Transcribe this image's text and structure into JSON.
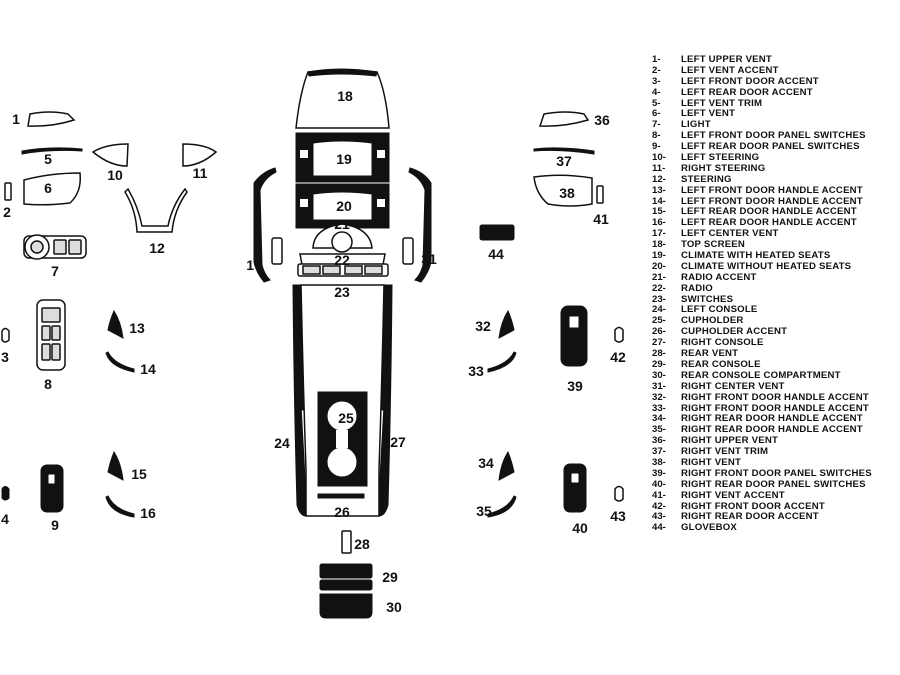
{
  "part_labels": [
    {
      "id": "1",
      "n": "1"
    },
    {
      "id": "2",
      "n": "2"
    },
    {
      "id": "3",
      "n": "3"
    },
    {
      "id": "4",
      "n": "4"
    },
    {
      "id": "5",
      "n": "5"
    },
    {
      "id": "6",
      "n": "6"
    },
    {
      "id": "7",
      "n": "7"
    },
    {
      "id": "8",
      "n": "8"
    },
    {
      "id": "9",
      "n": "9"
    },
    {
      "id": "10",
      "n": "10"
    },
    {
      "id": "11",
      "n": "11"
    },
    {
      "id": "12",
      "n": "12"
    },
    {
      "id": "13",
      "n": "13"
    },
    {
      "id": "14",
      "n": "14"
    },
    {
      "id": "15",
      "n": "15"
    },
    {
      "id": "16",
      "n": "16"
    },
    {
      "id": "17",
      "n": "17"
    },
    {
      "id": "18",
      "n": "18"
    },
    {
      "id": "19",
      "n": "19"
    },
    {
      "id": "20",
      "n": "20"
    },
    {
      "id": "21",
      "n": "21"
    },
    {
      "id": "22",
      "n": "22"
    },
    {
      "id": "23",
      "n": "23"
    },
    {
      "id": "24",
      "n": "24"
    },
    {
      "id": "25",
      "n": "25"
    },
    {
      "id": "26",
      "n": "26"
    },
    {
      "id": "27",
      "n": "27"
    },
    {
      "id": "28",
      "n": "28"
    },
    {
      "id": "29",
      "n": "29"
    },
    {
      "id": "30",
      "n": "30"
    },
    {
      "id": "31",
      "n": "31"
    },
    {
      "id": "32",
      "n": "32"
    },
    {
      "id": "33",
      "n": "33"
    },
    {
      "id": "34",
      "n": "34"
    },
    {
      "id": "35",
      "n": "35"
    },
    {
      "id": "36",
      "n": "36"
    },
    {
      "id": "37",
      "n": "37"
    },
    {
      "id": "38",
      "n": "38"
    },
    {
      "id": "39",
      "n": "39"
    },
    {
      "id": "40",
      "n": "40"
    },
    {
      "id": "41",
      "n": "41"
    },
    {
      "id": "42",
      "n": "42"
    },
    {
      "id": "43",
      "n": "43"
    },
    {
      "id": "44",
      "n": "44"
    }
  ],
  "legend": [
    {
      "num": "1-",
      "label": "LEFT UPPER VENT"
    },
    {
      "num": "2-",
      "label": "LEFT VENT ACCENT"
    },
    {
      "num": "3-",
      "label": "LEFT FRONT DOOR ACCENT"
    },
    {
      "num": "4-",
      "label": "LEFT REAR DOOR ACCENT"
    },
    {
      "num": "5-",
      "label": "LEFT VENT TRIM"
    },
    {
      "num": "6-",
      "label": "LEFT VENT"
    },
    {
      "num": "7-",
      "label": "LIGHT"
    },
    {
      "num": "8-",
      "label": "LEFT FRONT DOOR PANEL SWITCHES"
    },
    {
      "num": "9-",
      "label": "LEFT REAR DOOR PANEL SWITCHES"
    },
    {
      "num": "10-",
      "label": "LEFT STEERING"
    },
    {
      "num": "11-",
      "label": "RIGHT STEERING"
    },
    {
      "num": "12-",
      "label": "STEERING"
    },
    {
      "num": "13-",
      "label": "LEFT FRONT DOOR HANDLE ACCENT"
    },
    {
      "num": "14-",
      "label": "LEFT FRONT DOOR HANDLE ACCENT"
    },
    {
      "num": "15-",
      "label": "LEFT REAR DOOR HANDLE ACCENT"
    },
    {
      "num": "16-",
      "label": "LEFT REAR DOOR HANDLE ACCENT"
    },
    {
      "num": "17-",
      "label": "LEFT CENTER VENT"
    },
    {
      "num": "18-",
      "label": "TOP SCREEN"
    },
    {
      "num": "19-",
      "label": "CLIMATE WITH HEATED SEATS"
    },
    {
      "num": "20-",
      "label": "CLIMATE WITHOUT HEATED SEATS"
    },
    {
      "num": "21-",
      "label": "RADIO ACCENT"
    },
    {
      "num": "22-",
      "label": "RADIO"
    },
    {
      "num": "23-",
      "label": "SWITCHES"
    },
    {
      "num": "24-",
      "label": "LEFT CONSOLE"
    },
    {
      "num": "25-",
      "label": "CUPHOLDER"
    },
    {
      "num": "26-",
      "label": "CUPHOLDER ACCENT"
    },
    {
      "num": "27-",
      "label": "RIGHT CONSOLE"
    },
    {
      "num": "28-",
      "label": "REAR VENT"
    },
    {
      "num": "29-",
      "label": "REAR CONSOLE"
    },
    {
      "num": "30-",
      "label": "REAR CONSOLE COMPARTMENT"
    },
    {
      "num": "31-",
      "label": "RIGHT CENTER VENT"
    },
    {
      "num": "32-",
      "label": "RIGHT FRONT DOOR HANDLE ACCENT"
    },
    {
      "num": "33-",
      "label": "RIGHT FRONT DOOR HANDLE ACCENT"
    },
    {
      "num": "34-",
      "label": "RIGHT REAR DOOR HANDLE ACCENT"
    },
    {
      "num": "35-",
      "label": "RIGHT REAR DOOR HANDLE ACCENT"
    },
    {
      "num": "36-",
      "label": "RIGHT UPPER VENT"
    },
    {
      "num": "37-",
      "label": "RIGHT VENT TRIM"
    },
    {
      "num": "38-",
      "label": "RIGHT VENT"
    },
    {
      "num": "39-",
      "label": "RIGHT FRONT DOOR PANEL SWITCHES"
    },
    {
      "num": "40-",
      "label": "RIGHT REAR DOOR PANEL SWITCHES"
    },
    {
      "num": "41-",
      "label": "RIGHT VENT ACCENT"
    },
    {
      "num": "42-",
      "label": "RIGHT FRONT DOOR ACCENT"
    },
    {
      "num": "43-",
      "label": "RIGHT REAR DOOR ACCENT"
    },
    {
      "num": "44-",
      "label": "GLOVEBOX"
    }
  ]
}
